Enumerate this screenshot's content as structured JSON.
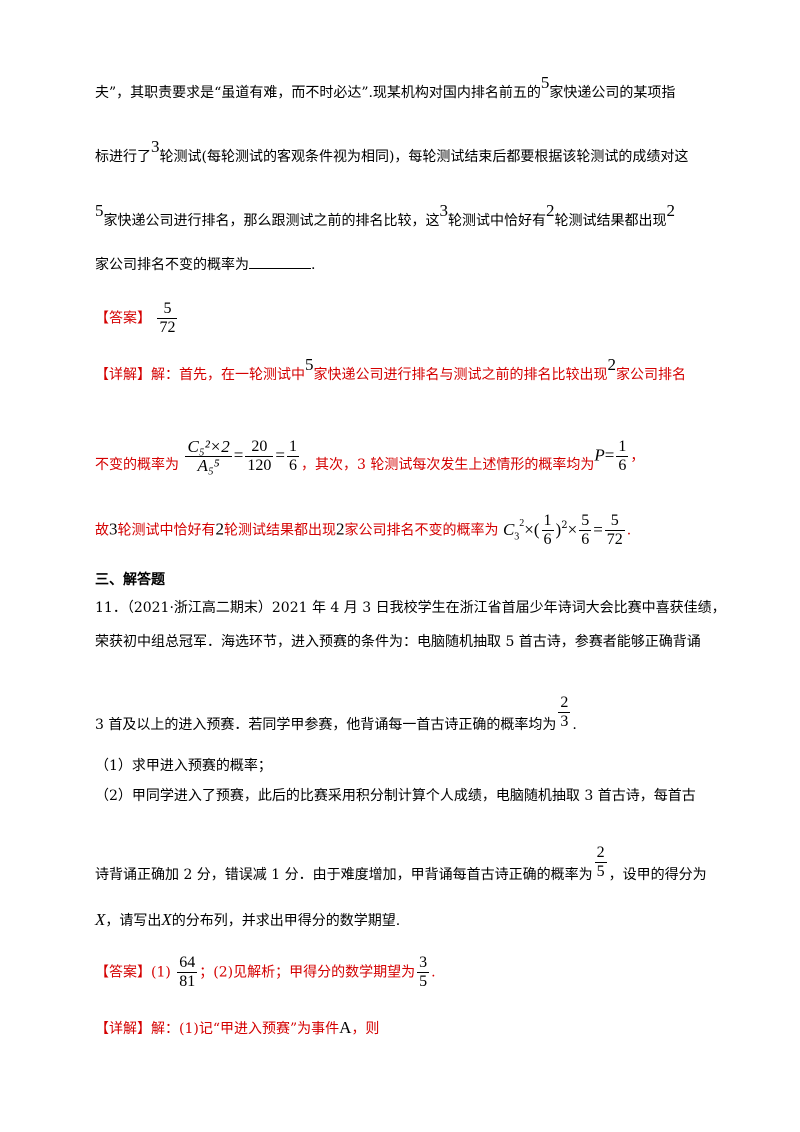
{
  "p1": {
    "l1a": "夫”，其职责要求是“虽道有难，而不时必达”.现某机构对国内排名前五的",
    "n5": "5",
    "l1b": "家快递公司的某项指",
    "l2a": "标进行了",
    "n3": "3",
    "l2b": "轮测试(每轮测试的客观条件视为相同)，每轮测试结束后都要根据该轮测试的成绩对这",
    "l3a": "家快递公司进行排名，那么跟测试之前的排名比较，这",
    "l3b": "轮测试中恰好有",
    "n2": "2",
    "l3c": "轮测试结果都出现",
    "l4a": "家公司排名不变的概率为",
    "l4b": "."
  },
  "ans1": {
    "label": "【答案】",
    "num": "5",
    "den": "72"
  },
  "det1": {
    "label": "【详解】",
    "t1": "解：首先，在一轮测试中",
    "t2": "家快递公司进行排名与测试之前的排名比较出现",
    "t3": "家公司排名",
    "t4": "不变的概率为",
    "f1num": "C₅²×2",
    "f1den": "A₅⁵",
    "eq": "=",
    "f2num": "20",
    "f2den": "120",
    "f3num": "1",
    "f3den": "6",
    "t5": "，其次，3 轮测试每次发生上述情形的概率均为",
    "P": "P",
    "t6": "，",
    "t7": "故",
    "t8": "轮测试中恰好有",
    "t9": "轮测试结果都出现",
    "t10": "家公司排名不变的概率为",
    "expr1": "×(",
    "expr2": ")",
    "expr3": "×",
    "f4num": "5",
    "f4den": "6",
    "f5num": "5",
    "f5den": "72",
    "t11": "."
  },
  "section": "三、解答题",
  "q11": {
    "l1": "11．（2021·浙江高二期末）2021 年 4 月 3 日我校学生在浙江省首届少年诗词大会比赛中喜获佳绩，",
    "l2": "荣获初中组总冠军．海选环节，进入预赛的条件为：电脑随机抽取 5 首古诗，参赛者能够正确背诵",
    "l3": "3 首及以上的进入预赛．若同学甲参赛，他背诵每一首古诗正确的概率均为",
    "f23num": "2",
    "f23den": "3",
    "l3end": ".",
    "s1": "（1）求甲进入预赛的概率；",
    "s2": "（2）甲同学进入了预赛，此后的比赛采用积分制计算个人成绩，电脑随机抽取 3 首古诗，每首古",
    "l6a": "诗背诵正确加 2 分，错误减 1 分．由于难度增加，甲背诵每首古诗正确的概率为",
    "f25num": "2",
    "f25den": "5",
    "l6b": "，设甲的得分为",
    "X": "X",
    "l7a": "，请写出",
    "l7b": "的分布列，并求出甲得分的数学期望."
  },
  "ans2": {
    "label": "【答案】",
    "p1": "(1)",
    "fnum": "64",
    "fden": "81",
    "p2": "；(2)见解析；甲得分的数学期望为",
    "f2num": "3",
    "f2den": "5",
    "p3": "."
  },
  "det2": {
    "label": "【详解】",
    "t1": "解：(1)记“甲进入预赛”为事件",
    "A": "A",
    "t2": "，则"
  }
}
